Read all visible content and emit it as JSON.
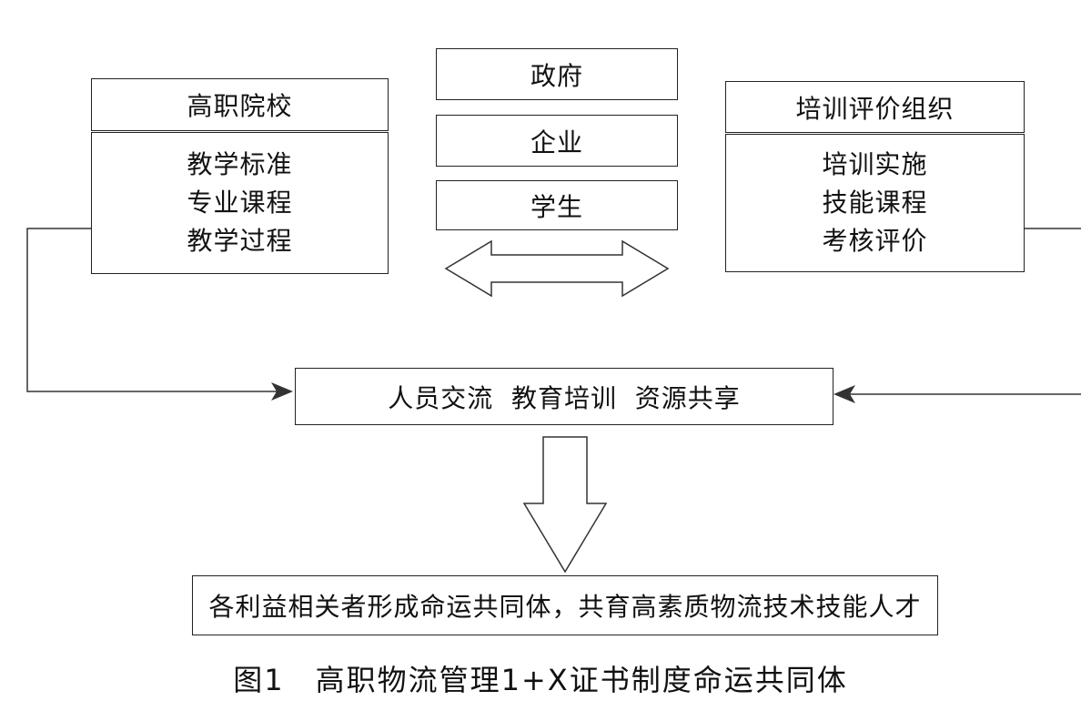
{
  "left_org": {
    "title": "高职院校",
    "items": [
      "教学标准",
      "专业课程",
      "教学过程"
    ]
  },
  "center_stack": [
    "政府",
    "企业",
    "学生"
  ],
  "right_org": {
    "title": "培训评价组织",
    "items": [
      "培训实施",
      "技能课程",
      "考核评价"
    ]
  },
  "exchange_box": "人员交流  教育培训  资源共享",
  "result_box": "各利益相关者形成命运共同体，共育高素质物流技术技能人才",
  "caption": "图1　高职物流管理1+X证书制度命运共同体"
}
